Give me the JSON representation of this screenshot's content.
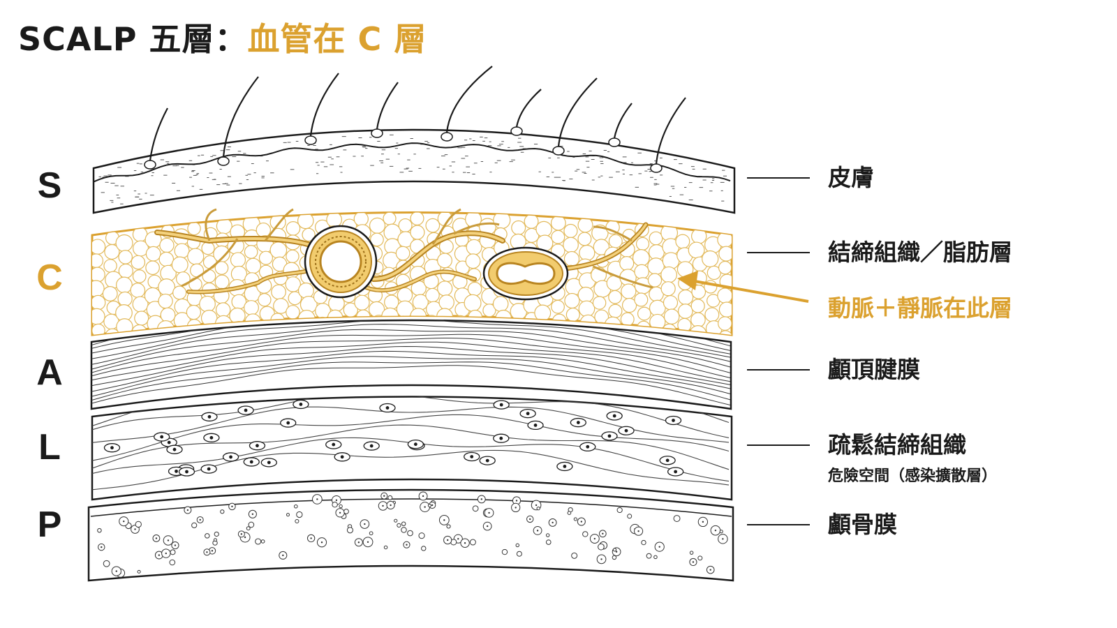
{
  "title": {
    "main": "SCALP 五層：",
    "accent": "血管在 C 層"
  },
  "layers": [
    {
      "letter": "S",
      "label": "皮膚"
    },
    {
      "letter": "C",
      "label": "結締組織／脂肪層",
      "note": "動脈＋靜脈在此層"
    },
    {
      "letter": "A",
      "label": "顱頂腱膜"
    },
    {
      "letter": "L",
      "label": "疏鬆結締組織",
      "sublabel": "危險空間（感染擴散層）"
    },
    {
      "letter": "P",
      "label": "顱骨膜"
    }
  ],
  "colors": {
    "accent": "#dba12f",
    "ink": "#1a1a1a",
    "gold_fill": "#f7e5ad",
    "paper": "#ffffff"
  }
}
